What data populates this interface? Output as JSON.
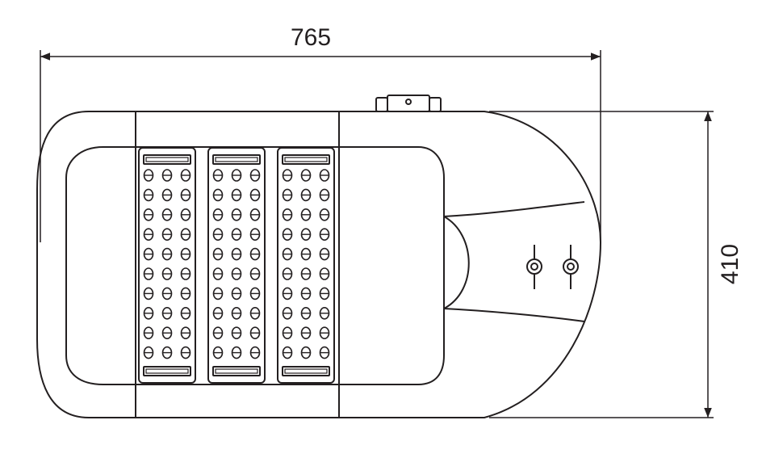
{
  "drawing": {
    "width_dimension": "765",
    "height_dimension": "410",
    "led_modules": {
      "count": 3,
      "rows": 10,
      "columns": 3
    },
    "line_color": "#231f20",
    "background": "#ffffff"
  }
}
